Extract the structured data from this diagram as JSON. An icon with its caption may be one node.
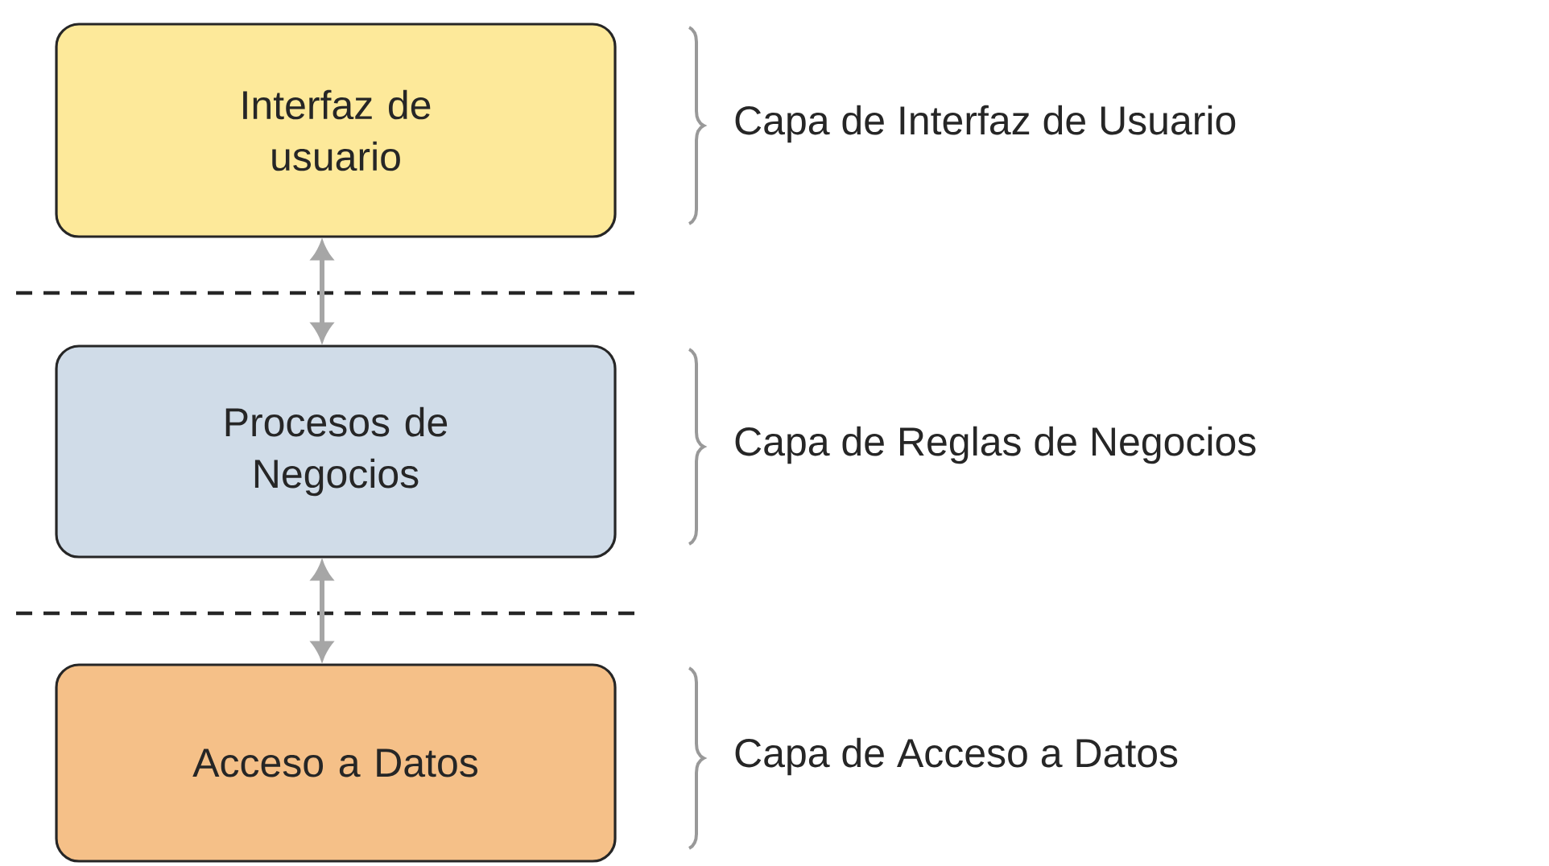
{
  "diagram": {
    "nodes": [
      {
        "text": [
          "Interfaz de usuario"
        ],
        "beside": [
          "Capa de Interfaz de Usuario"
        ]
      },
      {
        "text": [
          "Procesos de Negocios"
        ],
        "beside": [
          "Capa de Reglas de Negocios"
        ]
      },
      {
        "text": [
          "Acceso a Datos"
        ],
        "beside": [
          "Capa de Acceso a Datos"
        ]
      }
    ],
    "edges": [
      {
        "from": 0,
        "to": 1,
        "arrow": "both"
      },
      {
        "from": 1,
        "to": 2,
        "arrow": "both"
      }
    ]
  }
}
